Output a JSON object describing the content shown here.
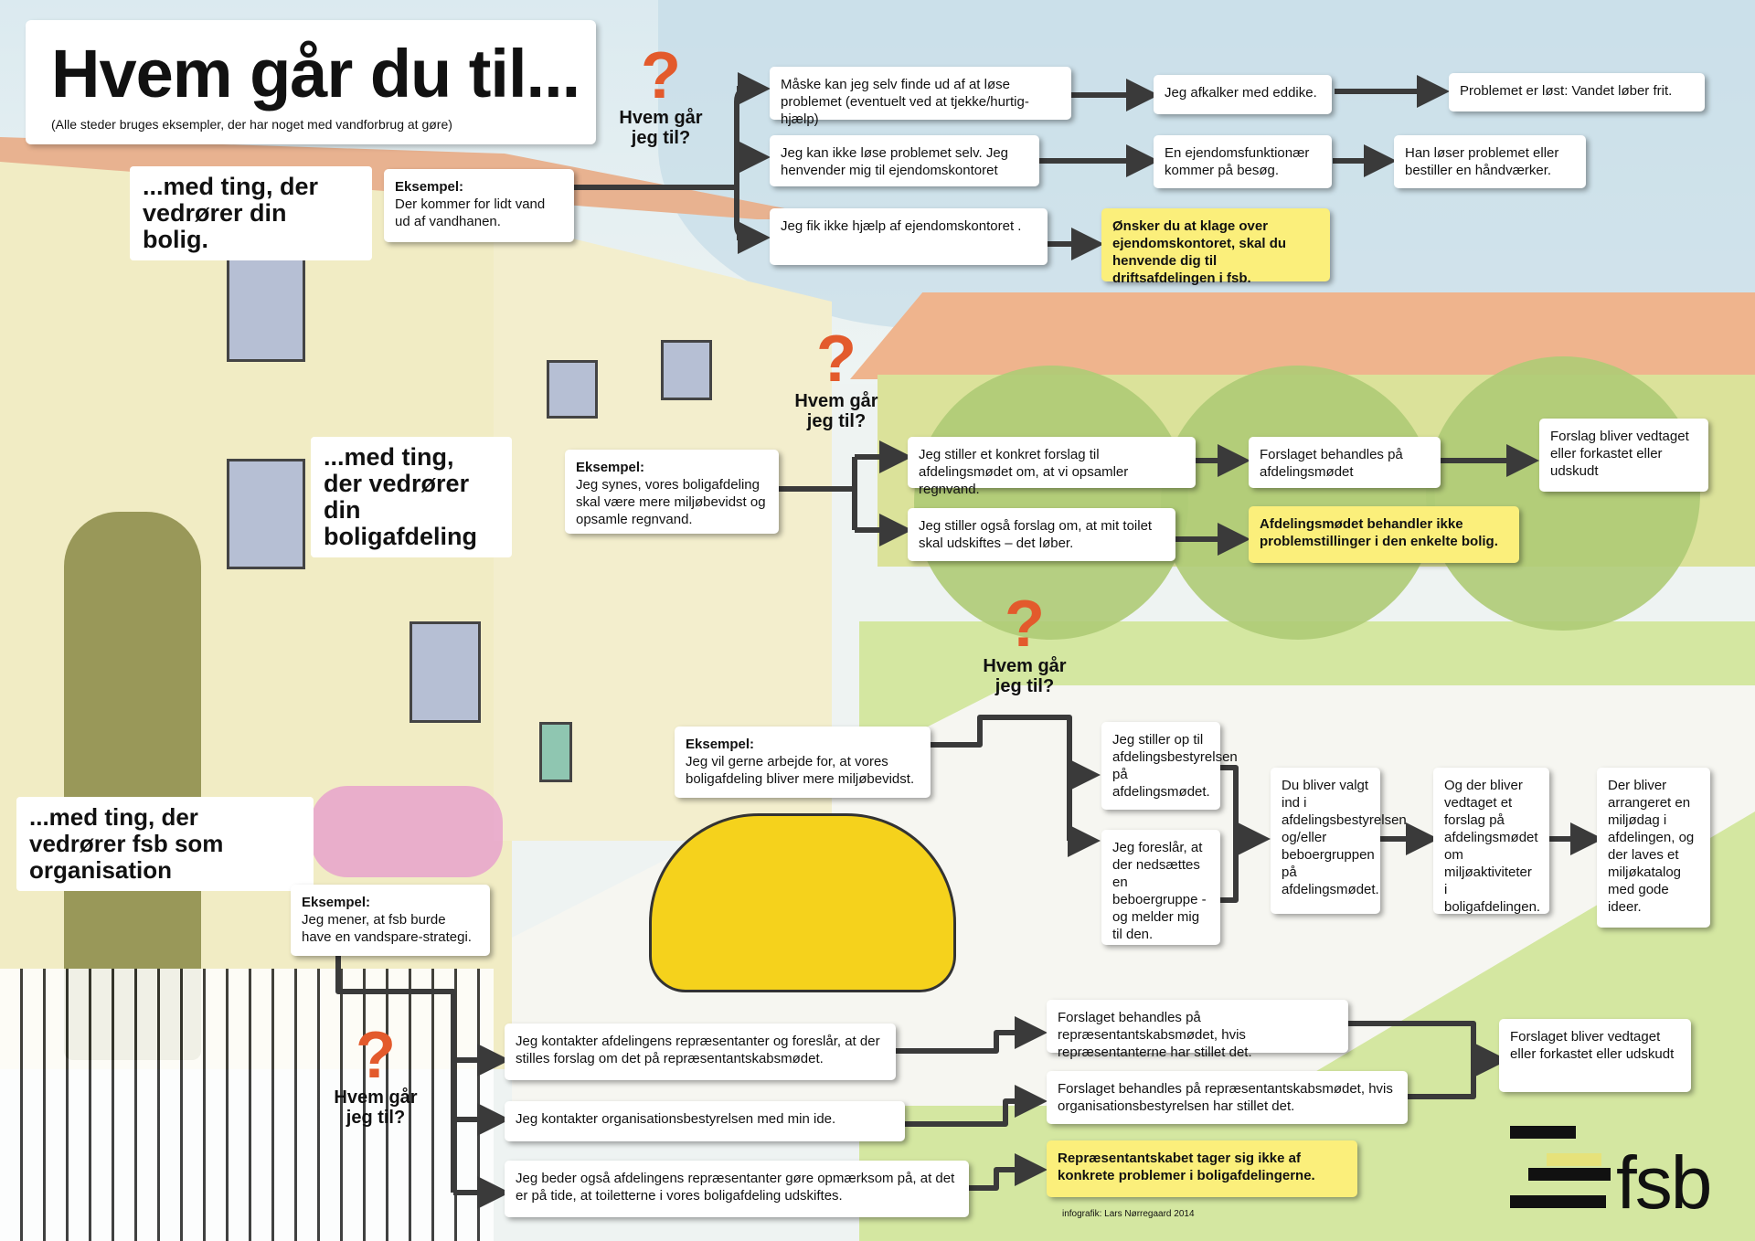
{
  "title": "Hvem går du til...",
  "subtitle": "(Alle steder bruges eksempler, der har noget med vandforbrug at gøre)",
  "question": "Hvem går jeg til?",
  "sections": {
    "bolig": {
      "heading": "...med ting, der vedrører din bolig.",
      "example_label": "Eksempel:",
      "example_text": "Der kommer for lidt vand ud af vandhanen.",
      "steps": [
        "Måske kan jeg selv finde ud af at løse problemet (eventuelt ved at tjekke/hurtig-hjælp)",
        "Jeg afkalker med eddike.",
        "Problemet er løst: Vandet løber frit.",
        "Jeg kan ikke løse problemet selv. Jeg henvender mig til ejendomskontoret",
        "En ejendomsfunktionær kommer på besøg.",
        "Han løser problemet eller bestiller en håndværker.",
        "Jeg fik ikke hjælp af ejendomskontoret ."
      ],
      "note": "Ønsker du at klage over ejendomskontoret, skal du henvende dig til driftsafdelingen i fsb."
    },
    "boligafdeling": {
      "heading": "...med ting, der vedrører din boligafdeling",
      "example_label": "Eksempel:",
      "example_text": "Jeg synes, vores boligafdeling skal være mere miljøbevidst og opsamle regnvand.",
      "steps": [
        "Jeg stiller et konkret forslag til afdelingsmødet om, at vi opsamler regnvand.",
        "Forslaget behandles på afdelingsmødet",
        "Forslag bliver vedtaget eller forkastet eller udskudt",
        "Jeg stiller også forslag om, at mit toilet skal udskiftes – det løber."
      ],
      "note": "Afdelingsmødet behandler ikke problemstillinger i den enkelte bolig."
    },
    "miljo": {
      "example_label": "Eksempel:",
      "example_text": "Jeg vil gerne arbejde for, at vores boligafdeling bliver mere miljøbevidst.",
      "steps": [
        "Jeg stiller op til afdelingsbestyrelsen på afdelingsmødet.",
        "Jeg foreslår, at der nedsættes en beboergruppe - og melder mig til den.",
        "Du bliver valgt ind i afdelingsbestyrelsen og/eller beboergruppen på afdelingsmødet.",
        "Og der bliver vedtaget et forslag på afdelingsmødet om miljøaktiviteter i boligafdelingen.",
        "Der bliver arrangeret en miljødag i afdelingen, og der laves et miljøkatalog med gode ideer."
      ]
    },
    "fsb": {
      "heading": "...med ting, der vedrører fsb som organisation",
      "example_label": "Eksempel:",
      "example_text": "Jeg mener, at fsb burde have en vandspare-strategi.",
      "steps": [
        "Jeg kontakter afdelingens repræsentanter og foreslår, at der stilles forslag om det på repræsentantskabsmødet.",
        "Jeg kontakter organisationsbestyrelsen med min ide.",
        "Jeg beder også afdelingens repræsentanter gøre opmærksom på, at det er på tide, at toiletterne i vores boligafdeling udskiftes.",
        "Forslaget behandles på repræsentantskabsmødet, hvis repræsentanterne har stillet det.",
        "Forslaget behandles på repræsentantskabsmødet, hvis organisationsbestyrelsen har stillet det.",
        "Forslaget bliver vedtaget eller forkastet eller udskudt"
      ],
      "note": "Repræsentantskabet tager sig ikke af konkrete problemer i boligafdelingerne."
    }
  },
  "credit": "infografik: Lars Nørregaard 2014",
  "logo": "fsb",
  "colors": {
    "question_mark": "#e35a2c",
    "note": "#fbef7b",
    "arrow": "#3a3a3a"
  }
}
